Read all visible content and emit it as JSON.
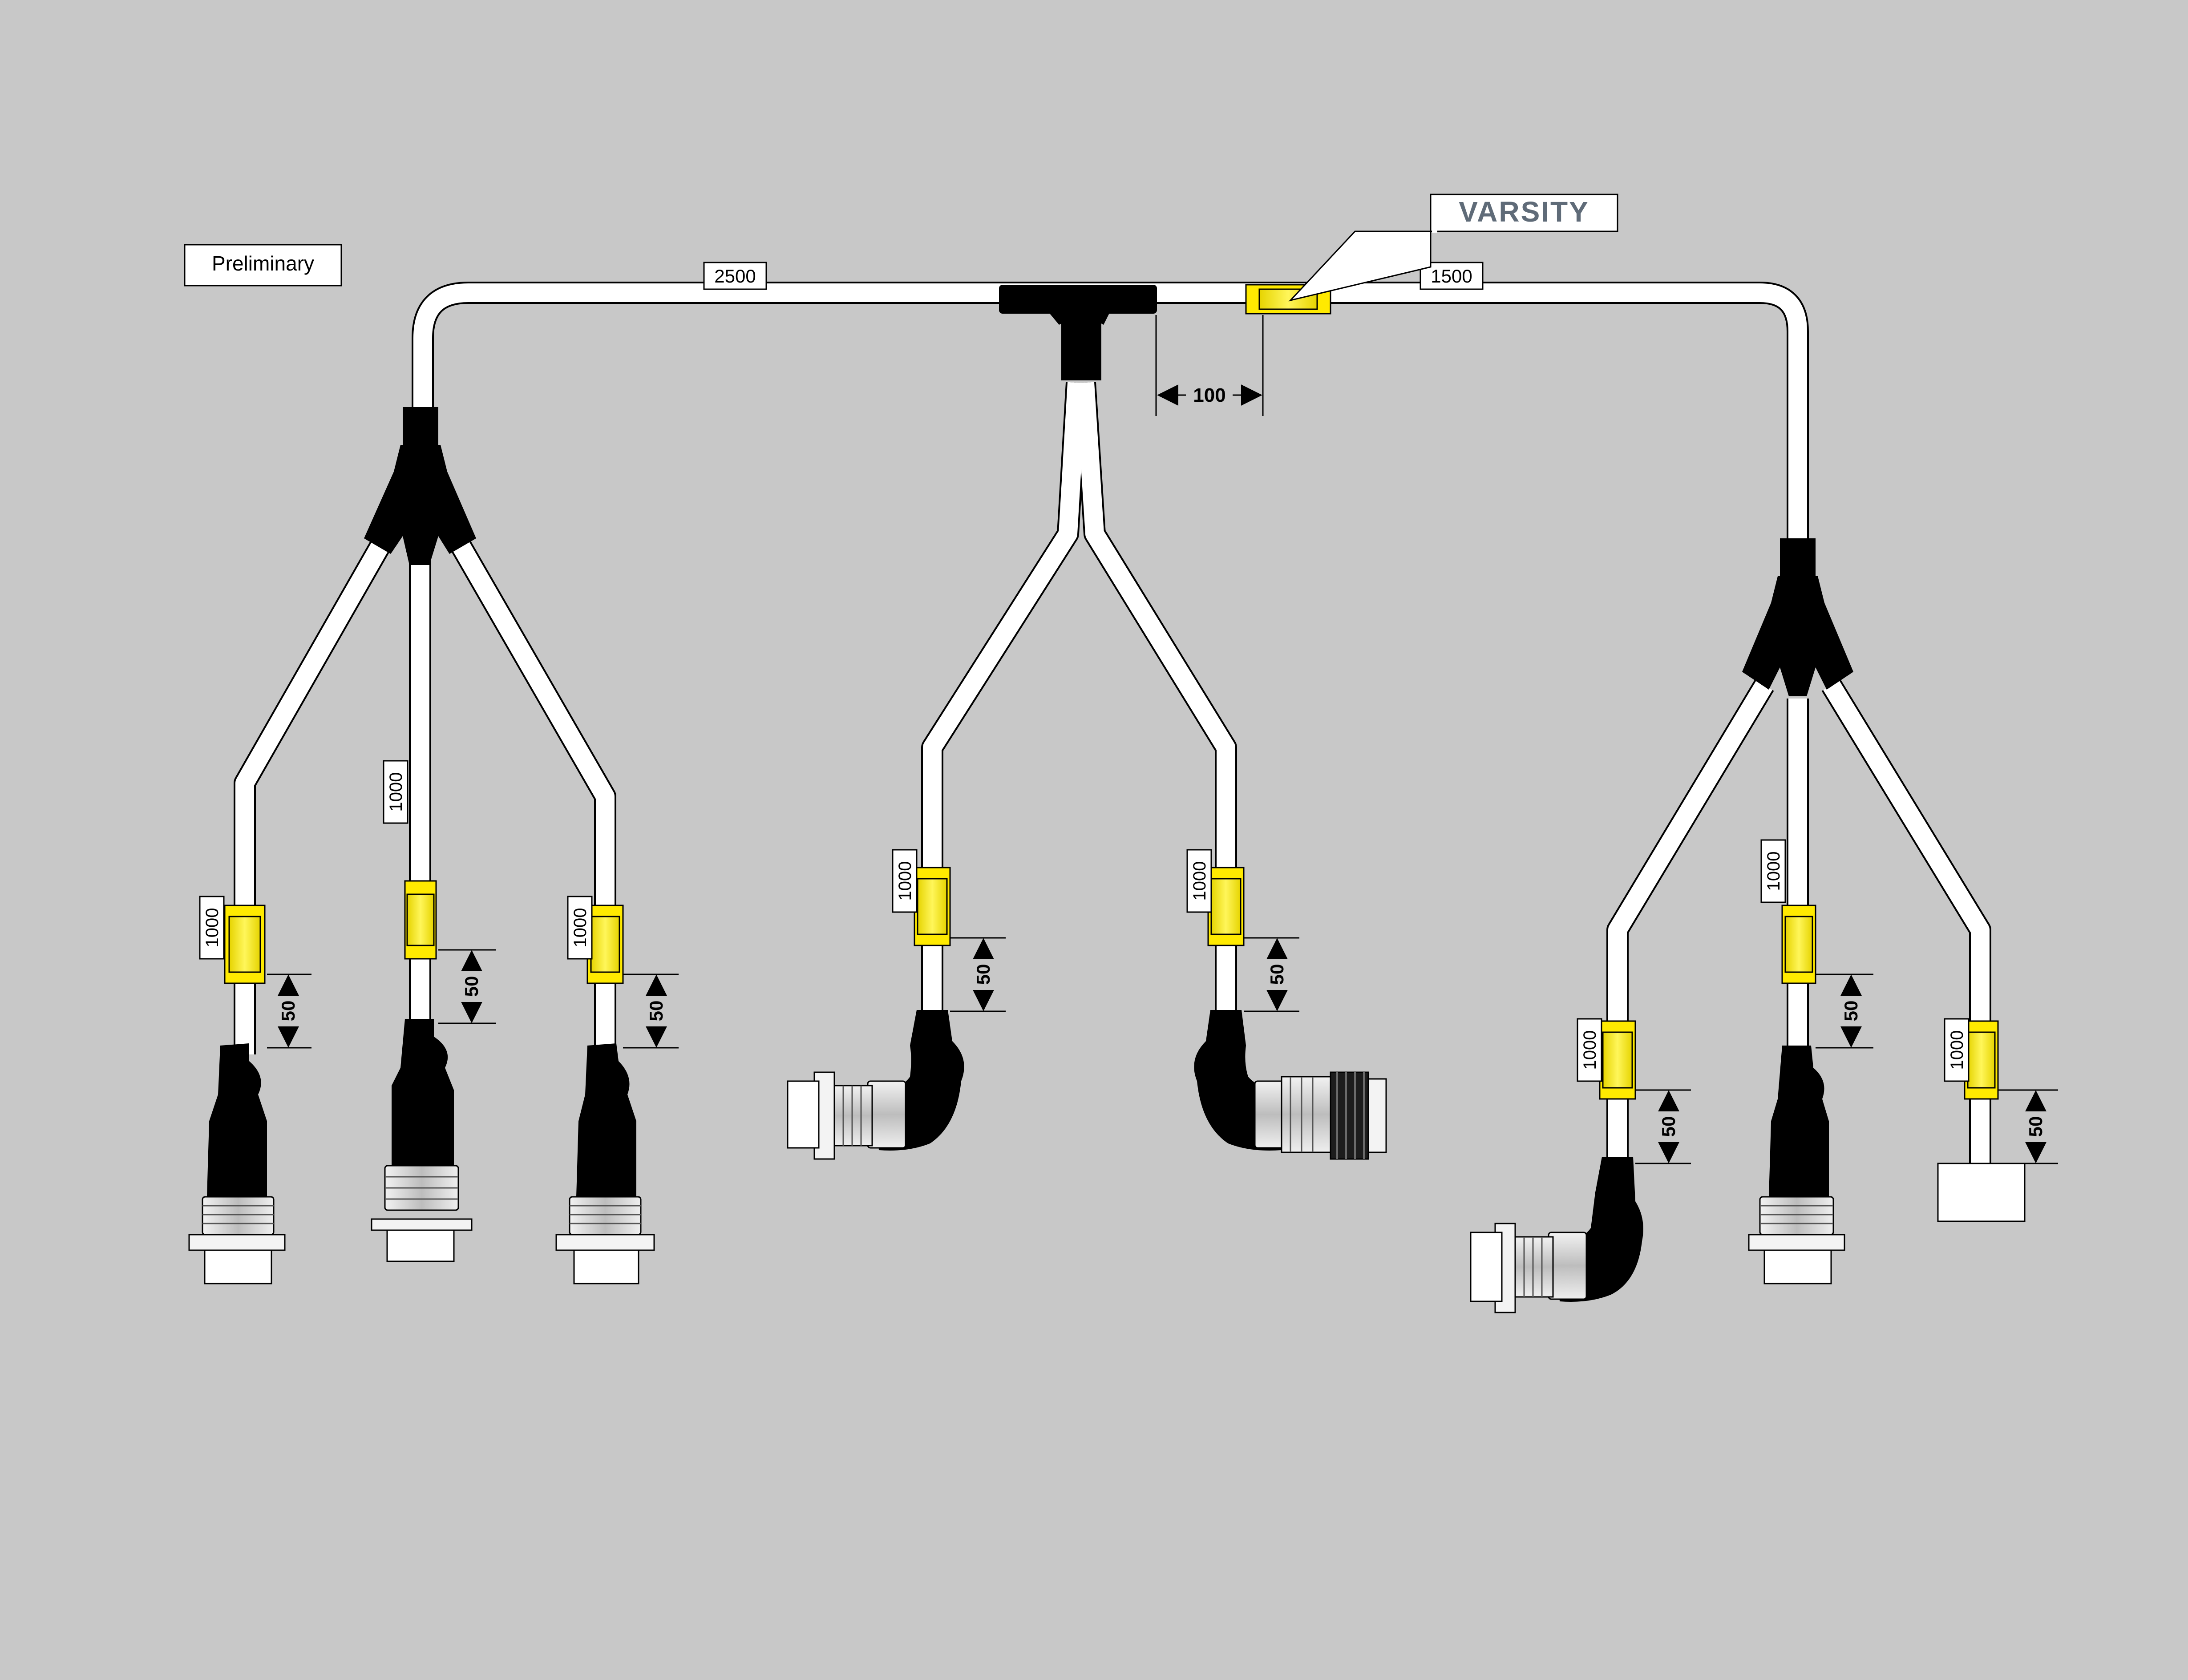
{
  "status_label": "Preliminary",
  "logo_text": "VARSITY",
  "colors": {
    "background": "#c8c8c8",
    "cable": "#ffffff",
    "boot": "#000000",
    "label_sleeve": "#ffea00",
    "connector_metal": "#d9d9d9",
    "logo": "#5f6b78"
  },
  "lengths": {
    "main_left": "2500",
    "main_right": "1500",
    "sleeve_offset": "100",
    "left_branch_1": "1000",
    "left_branch_2": "1000",
    "left_branch_3": "1000",
    "mid_branch_1": "1000",
    "mid_branch_2": "1000",
    "right_branch_1": "1000",
    "right_branch_2": "1000",
    "right_branch_3": "1000"
  },
  "tail_dims": {
    "left_1": "50",
    "left_2": "50",
    "left_3": "50",
    "mid_1": "50",
    "mid_2": "50",
    "right_1": "50",
    "right_2": "50",
    "right_3": "50"
  }
}
